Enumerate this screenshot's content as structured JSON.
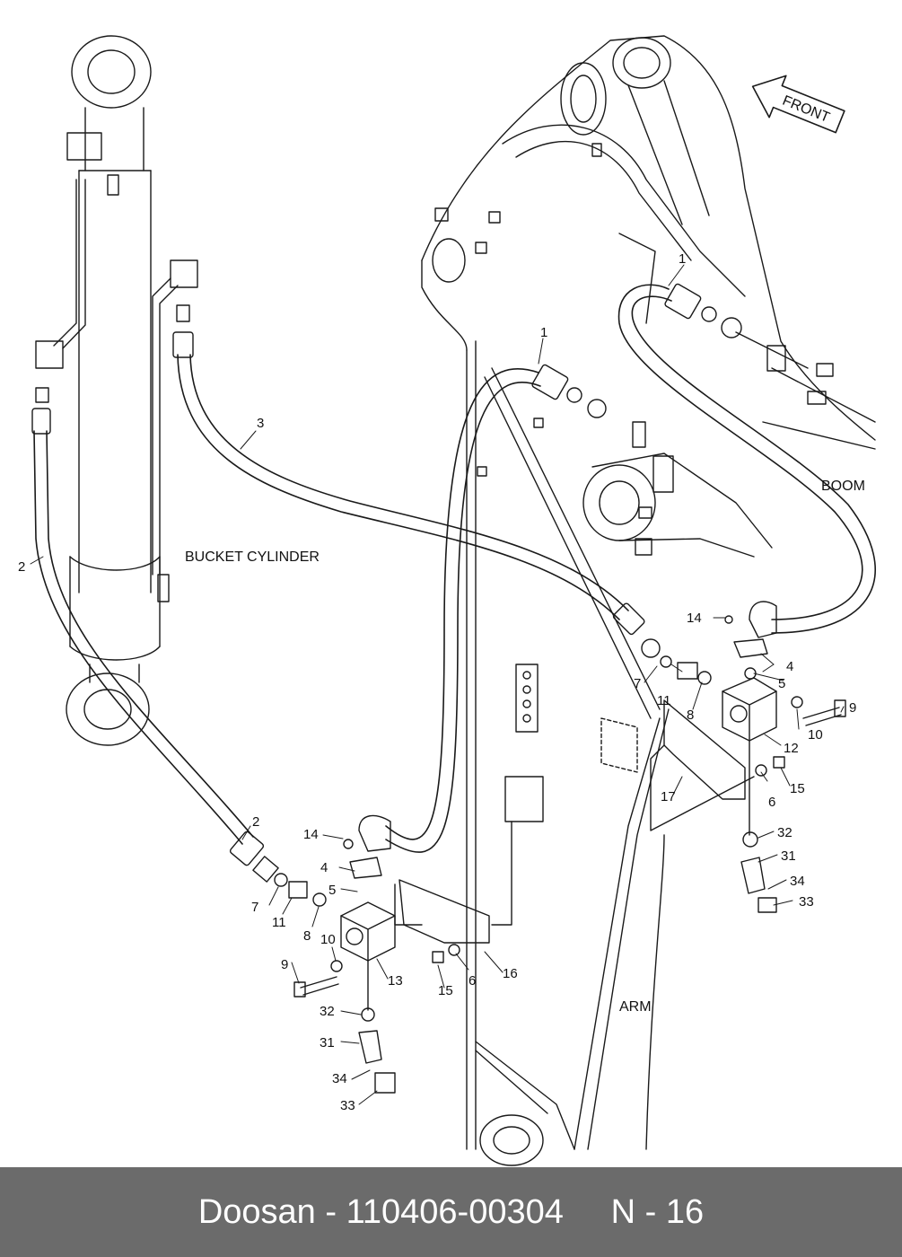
{
  "labels": {
    "front": "FRONT",
    "boom": "BOOM",
    "arm": "ARM",
    "bucket_cylinder": "BUCKET CYLINDER"
  },
  "callouts": [
    "1",
    "1",
    "2",
    "2",
    "3",
    "4",
    "4",
    "5",
    "5",
    "6",
    "6",
    "7",
    "7",
    "8",
    "8",
    "9",
    "9",
    "10",
    "10",
    "11",
    "11",
    "12",
    "13",
    "14",
    "14",
    "15",
    "15",
    "16",
    "17",
    "31",
    "31",
    "32",
    "32",
    "33",
    "33",
    "34",
    "34"
  ],
  "footer": {
    "text": "Doosan - 110406-00304     N - 16"
  }
}
